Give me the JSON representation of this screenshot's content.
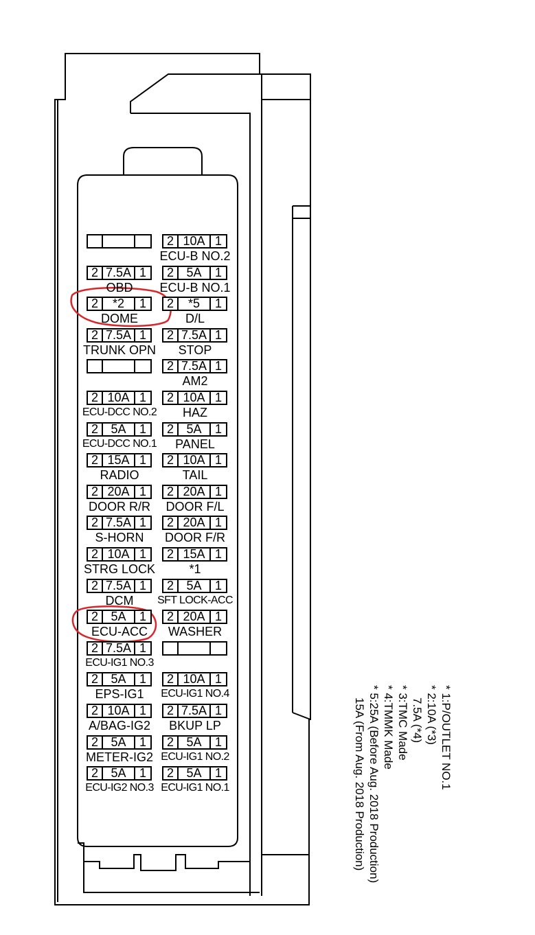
{
  "diagram": {
    "left_column": [
      {
        "slot": "spare",
        "terminal_left": "",
        "amp": "",
        "terminal_right": "",
        "label": ""
      },
      {
        "slot": "fuse",
        "terminal_left": "2",
        "amp": "7.5A",
        "terminal_right": "1",
        "label": "OBD"
      },
      {
        "slot": "fuse",
        "terminal_left": "2",
        "amp": "*2",
        "terminal_right": "1",
        "label": "DOME"
      },
      {
        "slot": "fuse",
        "terminal_left": "2",
        "amp": "7.5A",
        "terminal_right": "1",
        "label": "TRUNK OPN"
      },
      {
        "slot": "spare",
        "terminal_left": "",
        "amp": "",
        "terminal_right": "",
        "label": ""
      },
      {
        "slot": "fuse",
        "terminal_left": "2",
        "amp": "10A",
        "terminal_right": "1",
        "label": "ECU-DCC NO.2"
      },
      {
        "slot": "fuse",
        "terminal_left": "2",
        "amp": "5A",
        "terminal_right": "1",
        "label": "ECU-DCC NO.1"
      },
      {
        "slot": "fuse",
        "terminal_left": "2",
        "amp": "15A",
        "terminal_right": "1",
        "label": "RADIO"
      },
      {
        "slot": "fuse",
        "terminal_left": "2",
        "amp": "20A",
        "terminal_right": "1",
        "label": "DOOR R/R"
      },
      {
        "slot": "fuse",
        "terminal_left": "2",
        "amp": "7.5A",
        "terminal_right": "1",
        "label": "S-HORN"
      },
      {
        "slot": "fuse",
        "terminal_left": "2",
        "amp": "10A",
        "terminal_right": "1",
        "label": "STRG LOCK"
      },
      {
        "slot": "fuse",
        "terminal_left": "2",
        "amp": "7.5A",
        "terminal_right": "1",
        "label": "DCM"
      },
      {
        "slot": "fuse",
        "terminal_left": "2",
        "amp": "5A",
        "terminal_right": "1",
        "label": "ECU-ACC"
      },
      {
        "slot": "fuse",
        "terminal_left": "2",
        "amp": "7.5A",
        "terminal_right": "1",
        "label": "ECU-IG1 NO.3"
      },
      {
        "slot": "fuse",
        "terminal_left": "2",
        "amp": "5A",
        "terminal_right": "1",
        "label": "EPS-IG1"
      },
      {
        "slot": "fuse",
        "terminal_left": "2",
        "amp": "10A",
        "terminal_right": "1",
        "label": "A/BAG-IG2"
      },
      {
        "slot": "fuse",
        "terminal_left": "2",
        "amp": "5A",
        "terminal_right": "1",
        "label": "METER-IG2"
      },
      {
        "slot": "fuse",
        "terminal_left": "2",
        "amp": "5A",
        "terminal_right": "1",
        "label": "ECU-IG2 NO.3"
      }
    ],
    "right_column": [
      {
        "slot": "fuse",
        "terminal_left": "2",
        "amp": "10A",
        "terminal_right": "1",
        "label": "ECU-B NO.2"
      },
      {
        "slot": "fuse",
        "terminal_left": "2",
        "amp": "5A",
        "terminal_right": "1",
        "label": "ECU-B NO.1"
      },
      {
        "slot": "fuse",
        "terminal_left": "2",
        "amp": "*5",
        "terminal_right": "1",
        "label": "D/L"
      },
      {
        "slot": "fuse",
        "terminal_left": "2",
        "amp": "7.5A",
        "terminal_right": "1",
        "label": "STOP"
      },
      {
        "slot": "fuse",
        "terminal_left": "2",
        "amp": "7.5A",
        "terminal_right": "1",
        "label": "AM2"
      },
      {
        "slot": "fuse",
        "terminal_left": "2",
        "amp": "10A",
        "terminal_right": "1",
        "label": "HAZ"
      },
      {
        "slot": "fuse",
        "terminal_left": "2",
        "amp": "5A",
        "terminal_right": "1",
        "label": "PANEL"
      },
      {
        "slot": "fuse",
        "terminal_left": "2",
        "amp": "10A",
        "terminal_right": "1",
        "label": "TAIL"
      },
      {
        "slot": "fuse",
        "terminal_left": "2",
        "amp": "20A",
        "terminal_right": "1",
        "label": "DOOR F/L"
      },
      {
        "slot": "fuse",
        "terminal_left": "2",
        "amp": "20A",
        "terminal_right": "1",
        "label": "DOOR F/R"
      },
      {
        "slot": "fuse",
        "terminal_left": "2",
        "amp": "15A",
        "terminal_right": "1",
        "label": "*1"
      },
      {
        "slot": "fuse",
        "terminal_left": "2",
        "amp": "5A",
        "terminal_right": "1",
        "label": "SFT LOCK-ACC"
      },
      {
        "slot": "fuse",
        "terminal_left": "2",
        "amp": "20A",
        "terminal_right": "1",
        "label": "WASHER"
      },
      {
        "slot": "spare",
        "terminal_left": "",
        "amp": "",
        "terminal_right": "",
        "label": ""
      },
      {
        "slot": "fuse",
        "terminal_left": "2",
        "amp": "10A",
        "terminal_right": "1",
        "label": "ECU-IG1 NO.4"
      },
      {
        "slot": "fuse",
        "terminal_left": "2",
        "amp": "7.5A",
        "terminal_right": "1",
        "label": "BKUP LP"
      },
      {
        "slot": "fuse",
        "terminal_left": "2",
        "amp": "5A",
        "terminal_right": "1",
        "label": "ECU-IG1 NO.2"
      },
      {
        "slot": "fuse",
        "terminal_left": "2",
        "amp": "5A",
        "terminal_right": "1",
        "label": "ECU-IG1 NO.1"
      }
    ],
    "circled_labels": [
      "DOME",
      "ECU-ACC"
    ],
    "circle_color": "#d9262b",
    "line_color": "#000000",
    "notes": [
      "* 1:P/OUTLET NO.1",
      "* 2:10A (*3)",
      "7.5A (*4)",
      "* 3:TMC Made",
      "* 4:TMMK Made",
      "* 5:25A (Before Aug. 2018 Production)",
      "15A (From Aug. 2018 Production)"
    ]
  }
}
